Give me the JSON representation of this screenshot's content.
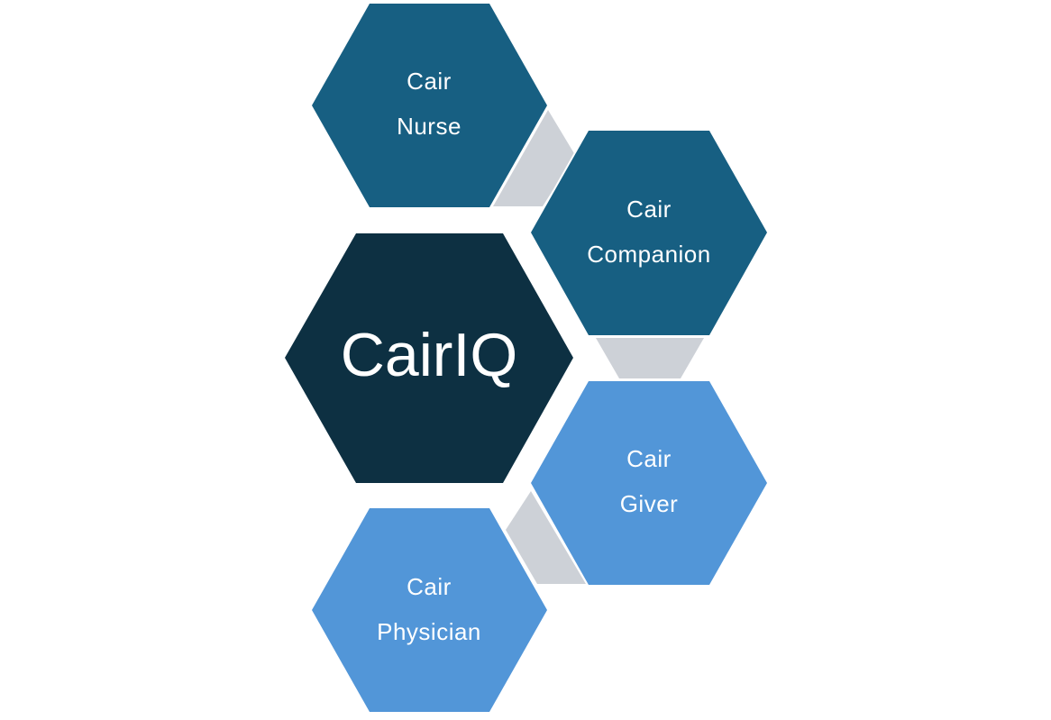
{
  "diagram": {
    "type": "hexagon-cluster",
    "center": {
      "label": "CairIQ",
      "color": "#0D3042"
    },
    "nodes": [
      {
        "line1": "Cair",
        "line2": "Nurse",
        "color": "#175F82"
      },
      {
        "line1": "Cair",
        "line2": "Companion",
        "color": "#175F82"
      },
      {
        "line1": "Cair",
        "line2": "Giver",
        "color": "#5296D8"
      },
      {
        "line1": "Cair",
        "line2": "Physician",
        "color": "#5296D8"
      }
    ],
    "connector_color": "#CDD1D7",
    "background": "#FFFFFF"
  }
}
